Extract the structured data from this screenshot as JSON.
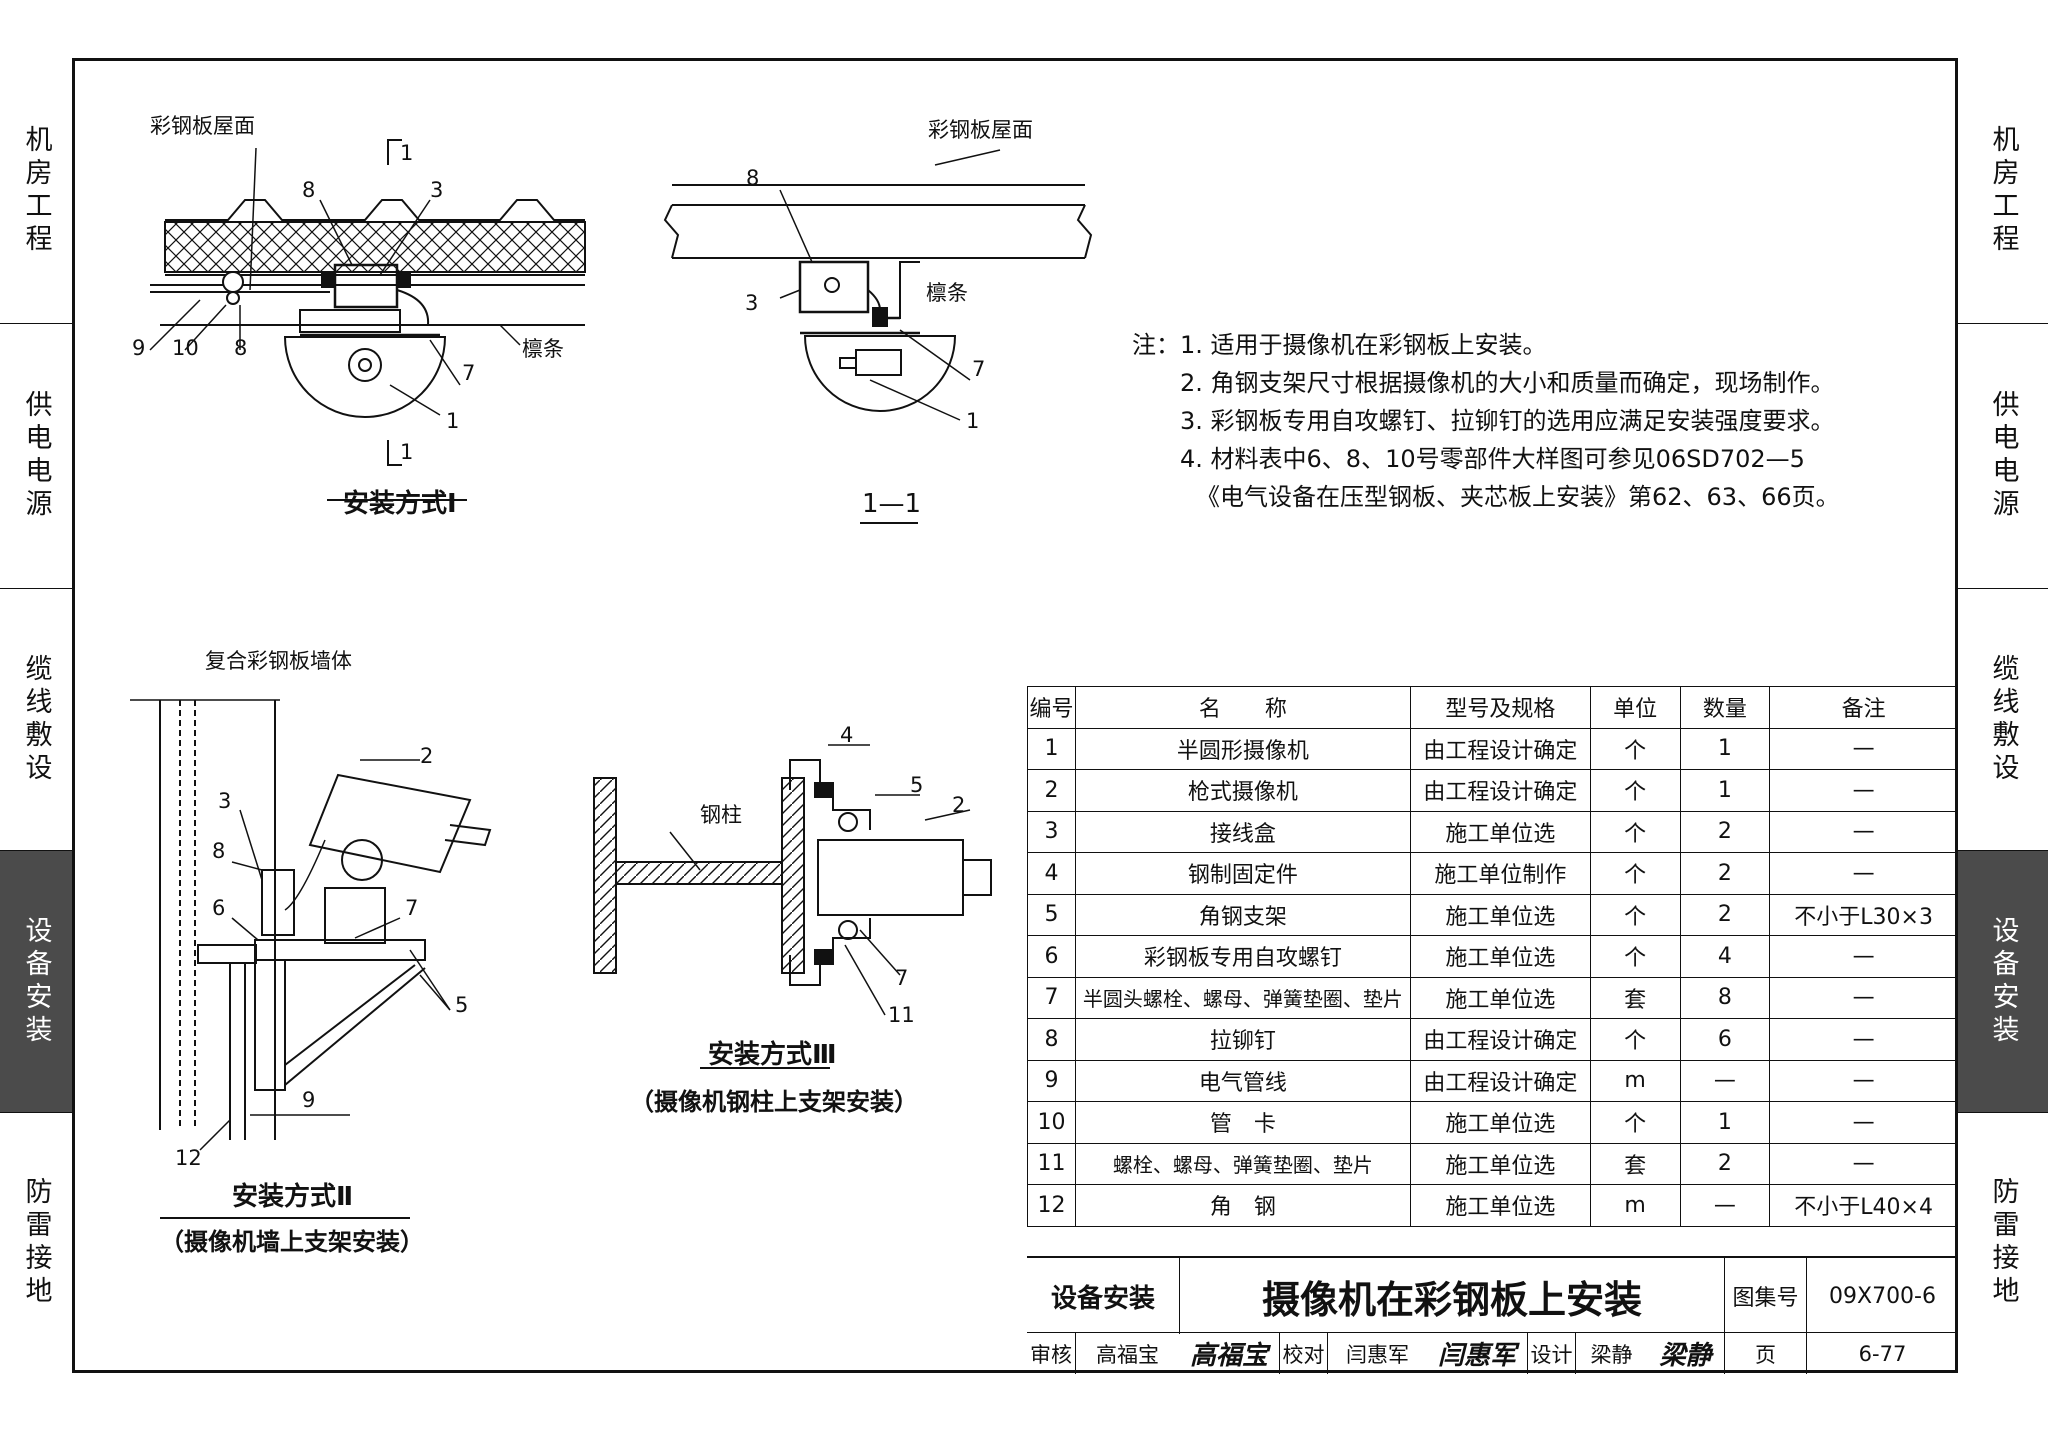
{
  "sidebar": {
    "left": [
      "机房工程",
      "供电电源",
      "缆线敷设",
      "设备安装",
      "防雷接地"
    ],
    "right": [
      "机房工程",
      "供电电源",
      "缆线敷设",
      "设备安装",
      "防雷接地"
    ],
    "active": "设备安装"
  },
  "drawing1": {
    "roof_label": "彩钢板屋面",
    "purlin_label": "檩条",
    "section_mark": "1",
    "callouts": [
      "8",
      "3",
      "9",
      "10",
      "8",
      "7",
      "1"
    ],
    "caption": "安装方式Ⅰ"
  },
  "drawing2": {
    "roof_label": "彩钢板屋面",
    "purlin_label": "檩条",
    "callouts": [
      "8",
      "3",
      "7",
      "1"
    ],
    "caption": "1—1"
  },
  "drawing3": {
    "wall_label": "复合彩钢板墙体",
    "callouts": [
      "2",
      "3",
      "8",
      "6",
      "7",
      "5",
      "9",
      "12"
    ],
    "caption": "安装方式Ⅱ",
    "subcaption": "（摄像机墙上支架安装）"
  },
  "drawing4": {
    "column_label": "钢柱",
    "callouts": [
      "4",
      "5",
      "2",
      "7",
      "11"
    ],
    "caption": "安装方式Ⅲ",
    "subcaption": "（摄像机钢柱上支架安装）"
  },
  "notes": {
    "prefix": "注：",
    "items": [
      "1. 适用于摄像机在彩钢板上安装。",
      "2. 角钢支架尺寸根据摄像机的大小和质量而确定，现场制作。",
      "3. 彩钢板专用自攻螺钉、拉铆钉的选用应满足安装强度要求。",
      "4. 材料表中6、8、10号零部件大样图可参见06SD702—5",
      "《电气设备在压型钢板、夹芯板上安装》第62、63、66页。"
    ]
  },
  "materials": {
    "headers": [
      "编号",
      "名　　称",
      "型号及规格",
      "单位",
      "数量",
      "备注"
    ],
    "rows": [
      [
        "1",
        "半圆形摄像机",
        "由工程设计确定",
        "个",
        "1",
        "—"
      ],
      [
        "2",
        "枪式摄像机",
        "由工程设计确定",
        "个",
        "1",
        "—"
      ],
      [
        "3",
        "接线盒",
        "施工单位选",
        "个",
        "2",
        "—"
      ],
      [
        "4",
        "钢制固定件",
        "施工单位制作",
        "个",
        "2",
        "—"
      ],
      [
        "5",
        "角钢支架",
        "施工单位选",
        "个",
        "2",
        "不小于L30×3"
      ],
      [
        "6",
        "彩钢板专用自攻螺钉",
        "施工单位选",
        "个",
        "4",
        "—"
      ],
      [
        "7",
        "半圆头螺栓、螺母、弹簧垫圈、垫片",
        "施工单位选",
        "套",
        "8",
        "—"
      ],
      [
        "8",
        "拉铆钉",
        "由工程设计确定",
        "个",
        "6",
        "—"
      ],
      [
        "9",
        "电气管线",
        "由工程设计确定",
        "m",
        "—",
        "—"
      ],
      [
        "10",
        "管　卡",
        "施工单位选",
        "个",
        "1",
        "—"
      ],
      [
        "11",
        "螺栓、螺母、弹簧垫圈、垫片",
        "施工单位选",
        "套",
        "2",
        "—"
      ],
      [
        "12",
        "角　钢",
        "施工单位选",
        "m",
        "—",
        "不小于L40×4"
      ]
    ]
  },
  "titleblock": {
    "category": "设备安装",
    "title": "摄像机在彩钢板上安装",
    "atlas_label": "图集号",
    "atlas_no": "09X700-6",
    "review_label": "审核",
    "reviewer": "高福宝",
    "reviewer_sig": "高福宝",
    "check_label": "校对",
    "checker": "闫惠军",
    "checker_sig": "闫惠军",
    "design_label": "设计",
    "designer": "梁静",
    "designer_sig": "梁静",
    "page_label": "页",
    "page_no": "6-77"
  }
}
